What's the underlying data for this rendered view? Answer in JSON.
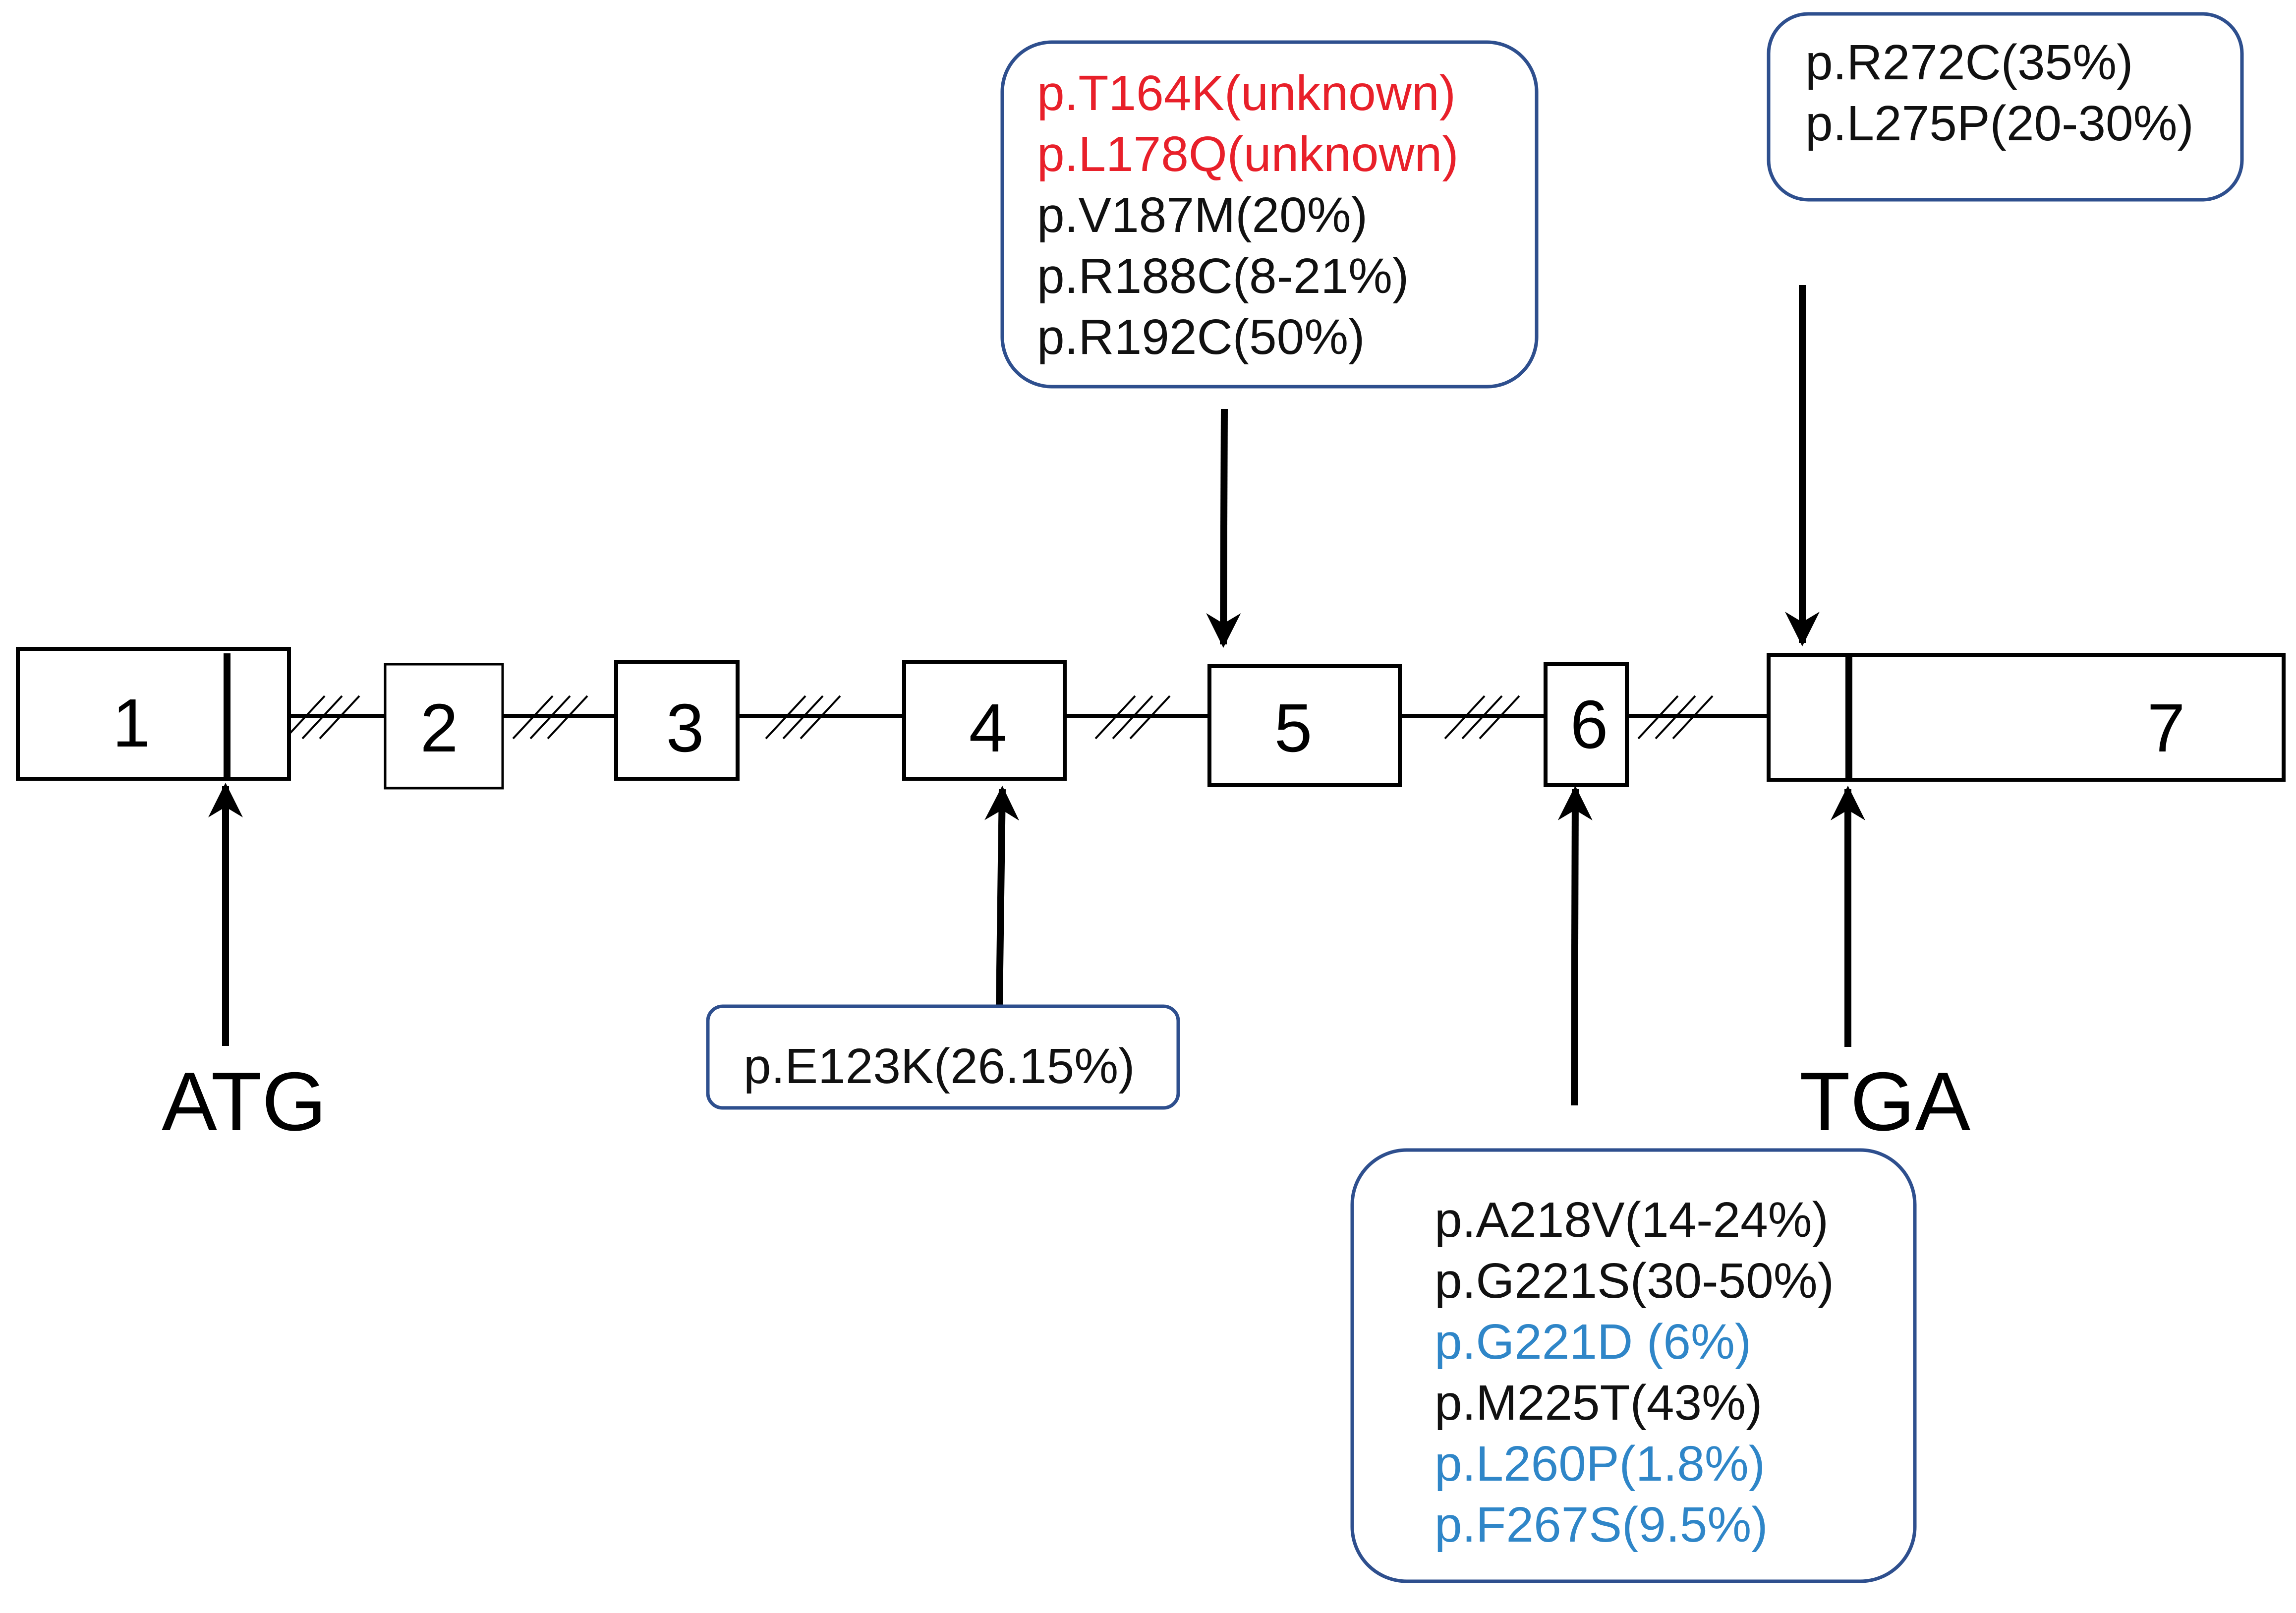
{
  "colors": {
    "default": "#111111",
    "red": "#e8202a",
    "blue": "#2f86c8",
    "box_border": "#2e4f8e"
  },
  "exons": [
    {
      "label": "1"
    },
    {
      "label": "2"
    },
    {
      "label": "3"
    },
    {
      "label": "4"
    },
    {
      "label": "5"
    },
    {
      "label": "6"
    },
    {
      "label": "7"
    }
  ],
  "codons": {
    "start": "ATG",
    "stop": "TGA"
  },
  "mutation_boxes": [
    {
      "id": "exon5",
      "items": [
        {
          "text": "p.T164K(unknown)",
          "color": "red"
        },
        {
          "text": "p.L178Q(unknown)",
          "color": "red"
        },
        {
          "text": "p.V187M(20%)",
          "color": "default"
        },
        {
          "text": "p.R188C(8-21%)",
          "color": "default"
        },
        {
          "text": "p.R192C(50%)",
          "color": "default"
        }
      ]
    },
    {
      "id": "exon7",
      "items": [
        {
          "text": "p.R272C(35%)",
          "color": "default"
        },
        {
          "text": "p.L275P(20-30%)",
          "color": "default"
        }
      ]
    },
    {
      "id": "exon4",
      "items": [
        {
          "text": "p.E123K(26.15%)",
          "color": "default"
        }
      ]
    },
    {
      "id": "exon6",
      "items": [
        {
          "text": "p.A218V(14-24%)",
          "color": "default"
        },
        {
          "text": "p.G221S(30-50%)",
          "color": "default"
        },
        {
          "text": "p.G221D (6%)",
          "color": "blue"
        },
        {
          "text": "p.M225T(43%)",
          "color": "default"
        },
        {
          "text": "p.L260P(1.8%)",
          "color": "blue"
        },
        {
          "text": "p.F267S(9.5%)",
          "color": "blue"
        }
      ]
    }
  ]
}
